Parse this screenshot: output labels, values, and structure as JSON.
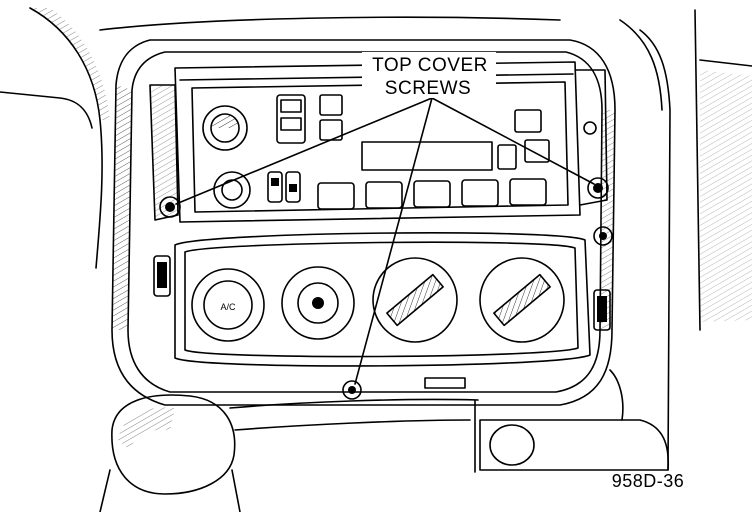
{
  "callout": {
    "line1": "TOP COVER",
    "line2": "SCREWS"
  },
  "figure_id": "958D-36",
  "colors": {
    "ink": "#000000",
    "paper": "#ffffff"
  }
}
